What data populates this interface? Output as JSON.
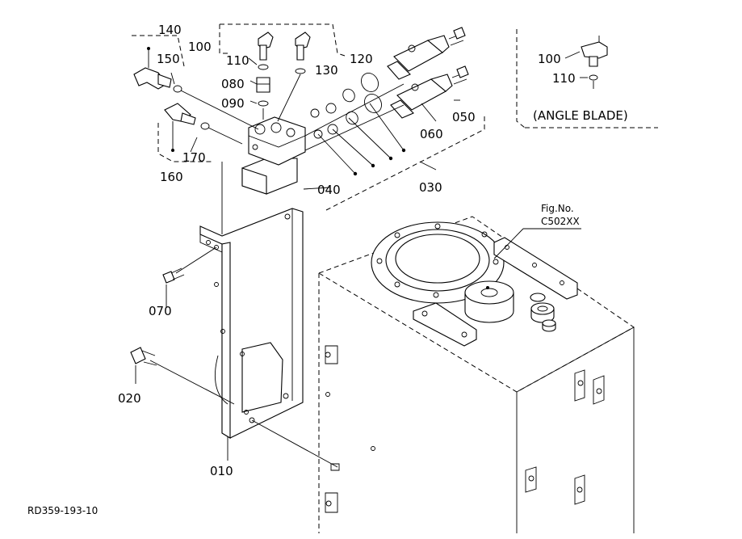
{
  "drawing": {
    "reference_code": "RD359-193-10",
    "variant_note": "(ANGLE BLADE)",
    "figure_ref_label": "Fig.No.",
    "figure_ref_code": "C502XX"
  },
  "callouts": {
    "p010": "010",
    "p020": "020",
    "p030": "030",
    "p040": "040",
    "p050": "050",
    "p060": "060",
    "p070": "070",
    "p080": "080",
    "p090": "090",
    "p100": "100",
    "p110": "110",
    "p120": "120",
    "p130": "130",
    "p140": "140",
    "p150": "150",
    "p160": "160",
    "p170": "170",
    "p100_angle": "100",
    "p110_angle": "110"
  }
}
